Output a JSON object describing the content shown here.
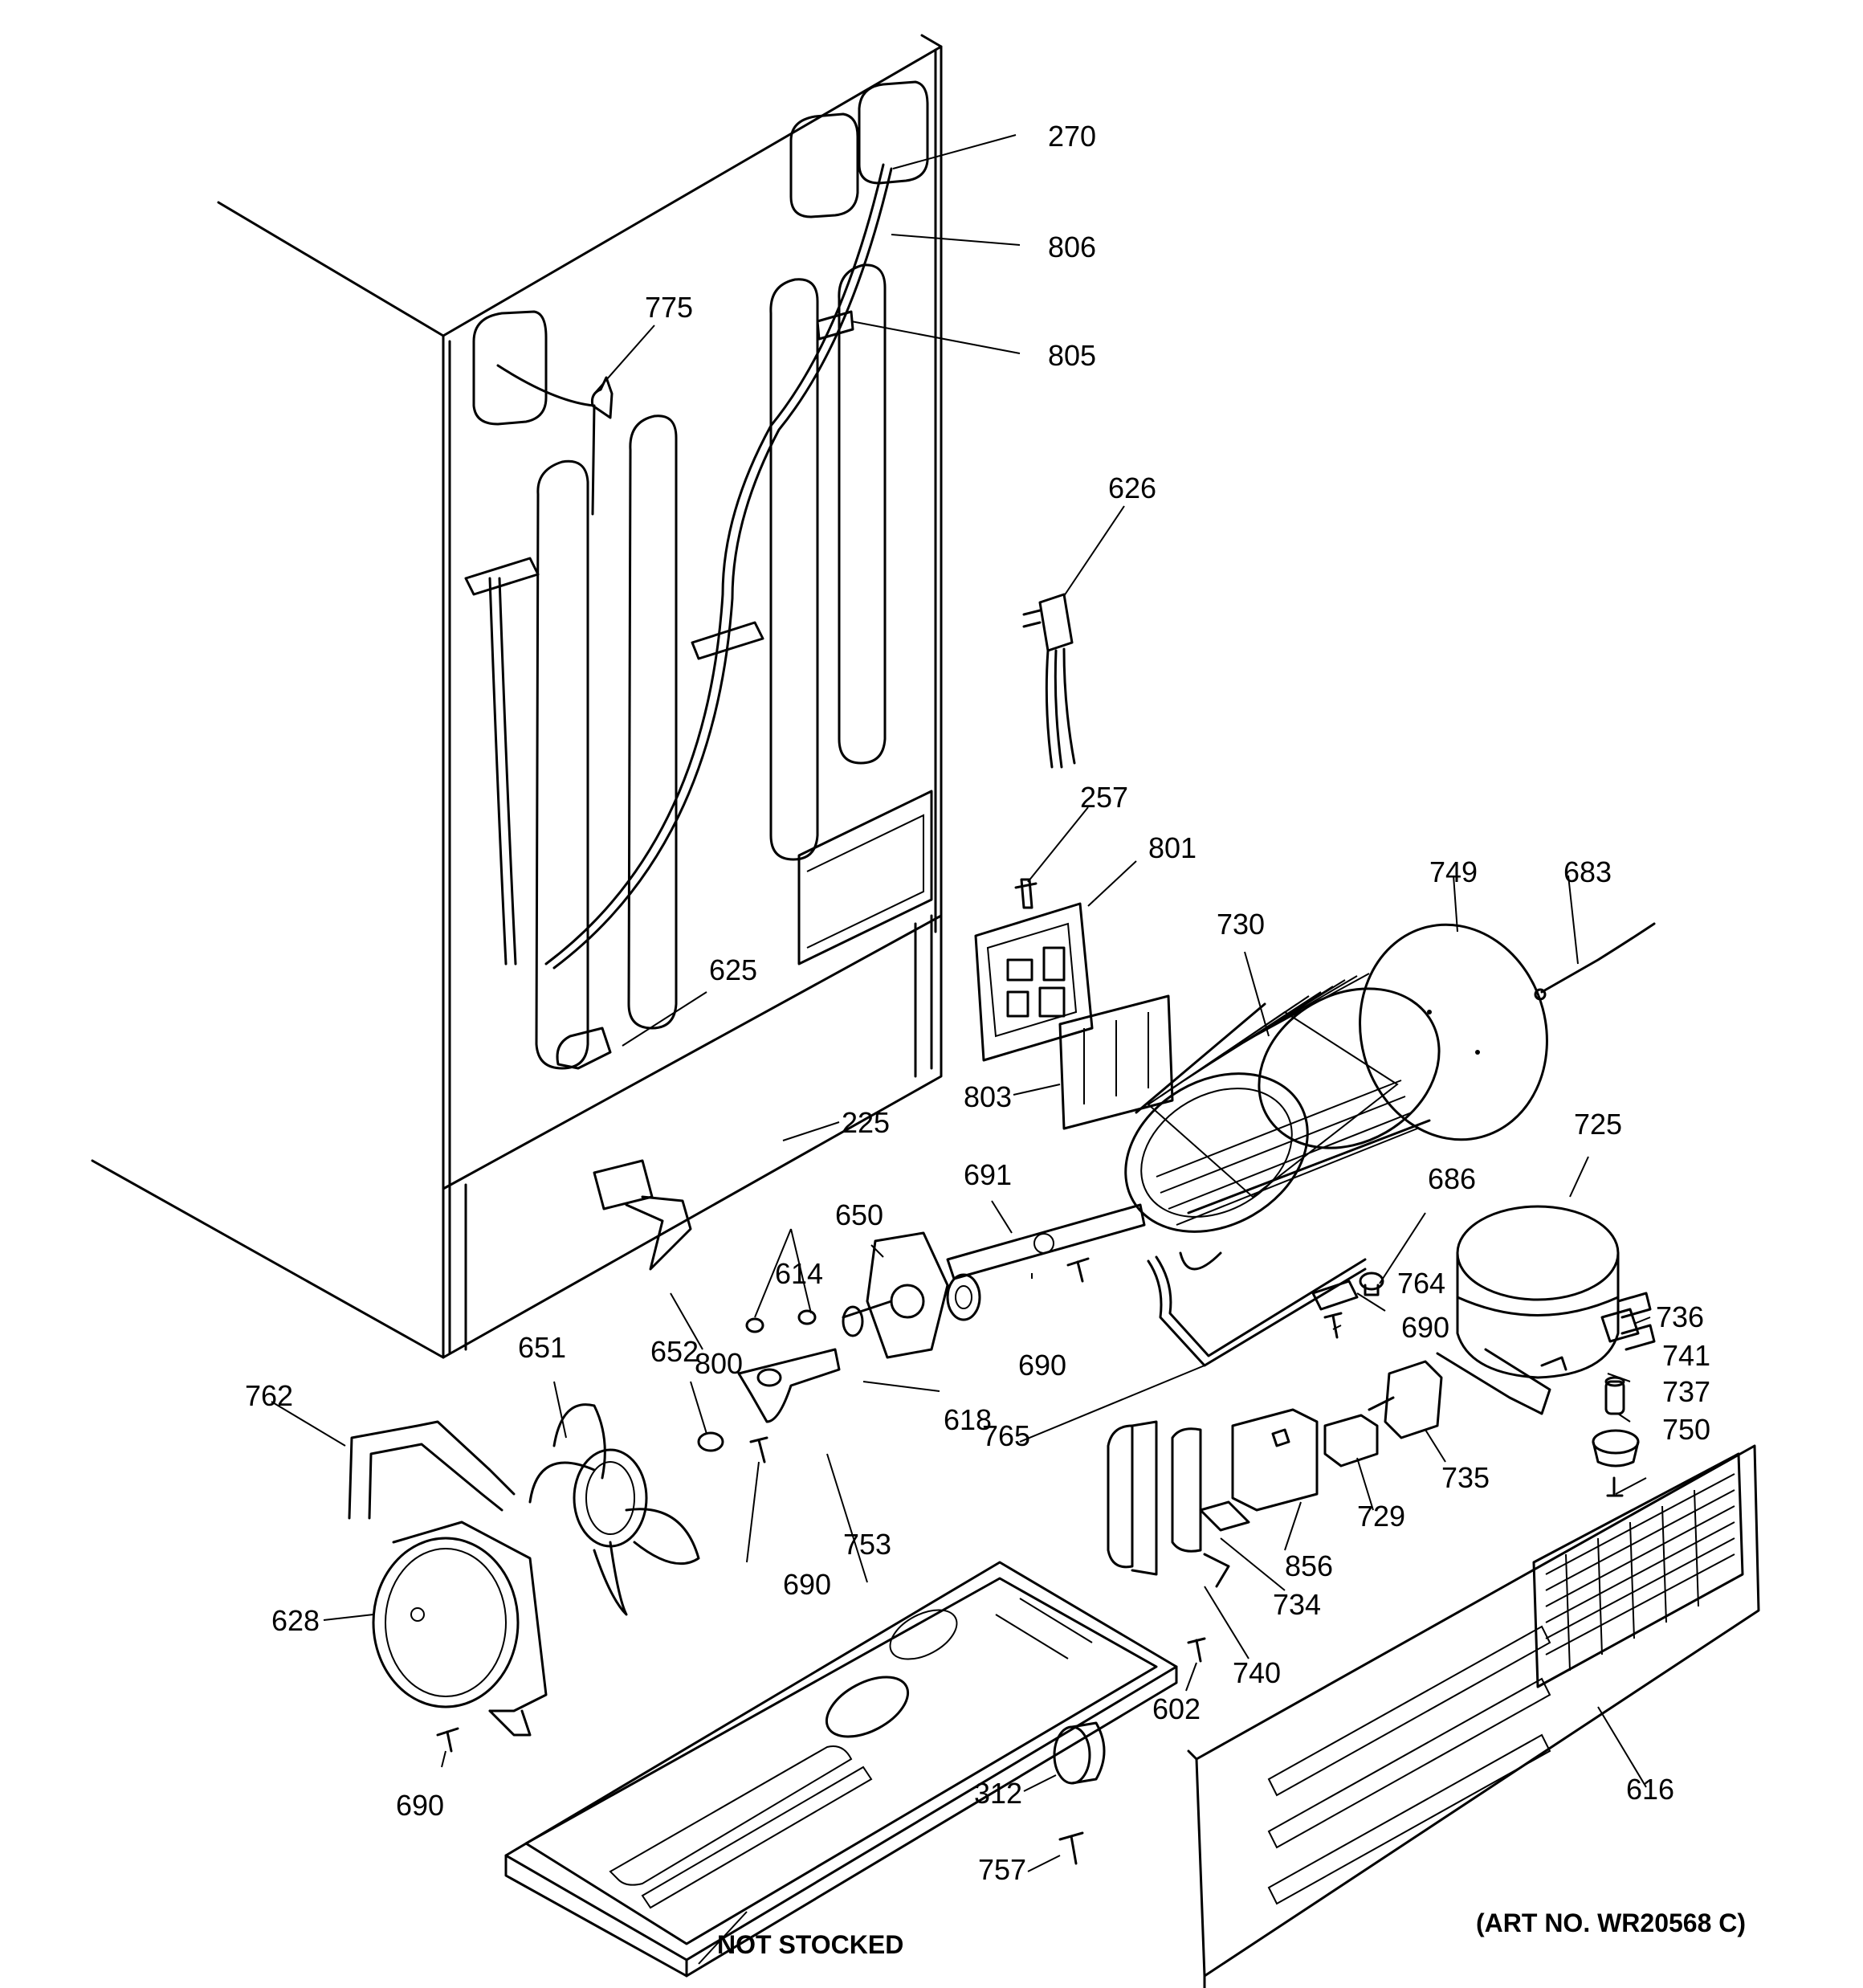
{
  "diagram": {
    "part_numbers": {
      "p270": "270",
      "p806": "806",
      "p775": "775",
      "p805": "805",
      "p626": "626",
      "p257": "257",
      "p801": "801",
      "p749": "749",
      "p683": "683",
      "p730": "730",
      "p625": "625",
      "p803": "803",
      "p225": "225",
      "p725": "725",
      "p691": "691",
      "p686": "686",
      "p650": "650",
      "p614": "614",
      "p800": "800",
      "p764": "764",
      "p736": "736",
      "p690a": "690",
      "p690b": "690",
      "p690c": "690",
      "p690d": "690",
      "p651": "651",
      "p652": "652",
      "p618": "618",
      "p741": "741",
      "p737": "737",
      "p762": "762",
      "p765": "765",
      "p750": "750",
      "p735": "735",
      "p729": "729",
      "p753": "753",
      "p856": "856",
      "p628": "628",
      "p734": "734",
      "p740": "740",
      "p602": "602",
      "p616": "616",
      "p312": "312",
      "p757": "757"
    },
    "notes": {
      "not_stocked": "NOT STOCKED",
      "art_number": "(ART NO. WR20568 C)"
    }
  }
}
